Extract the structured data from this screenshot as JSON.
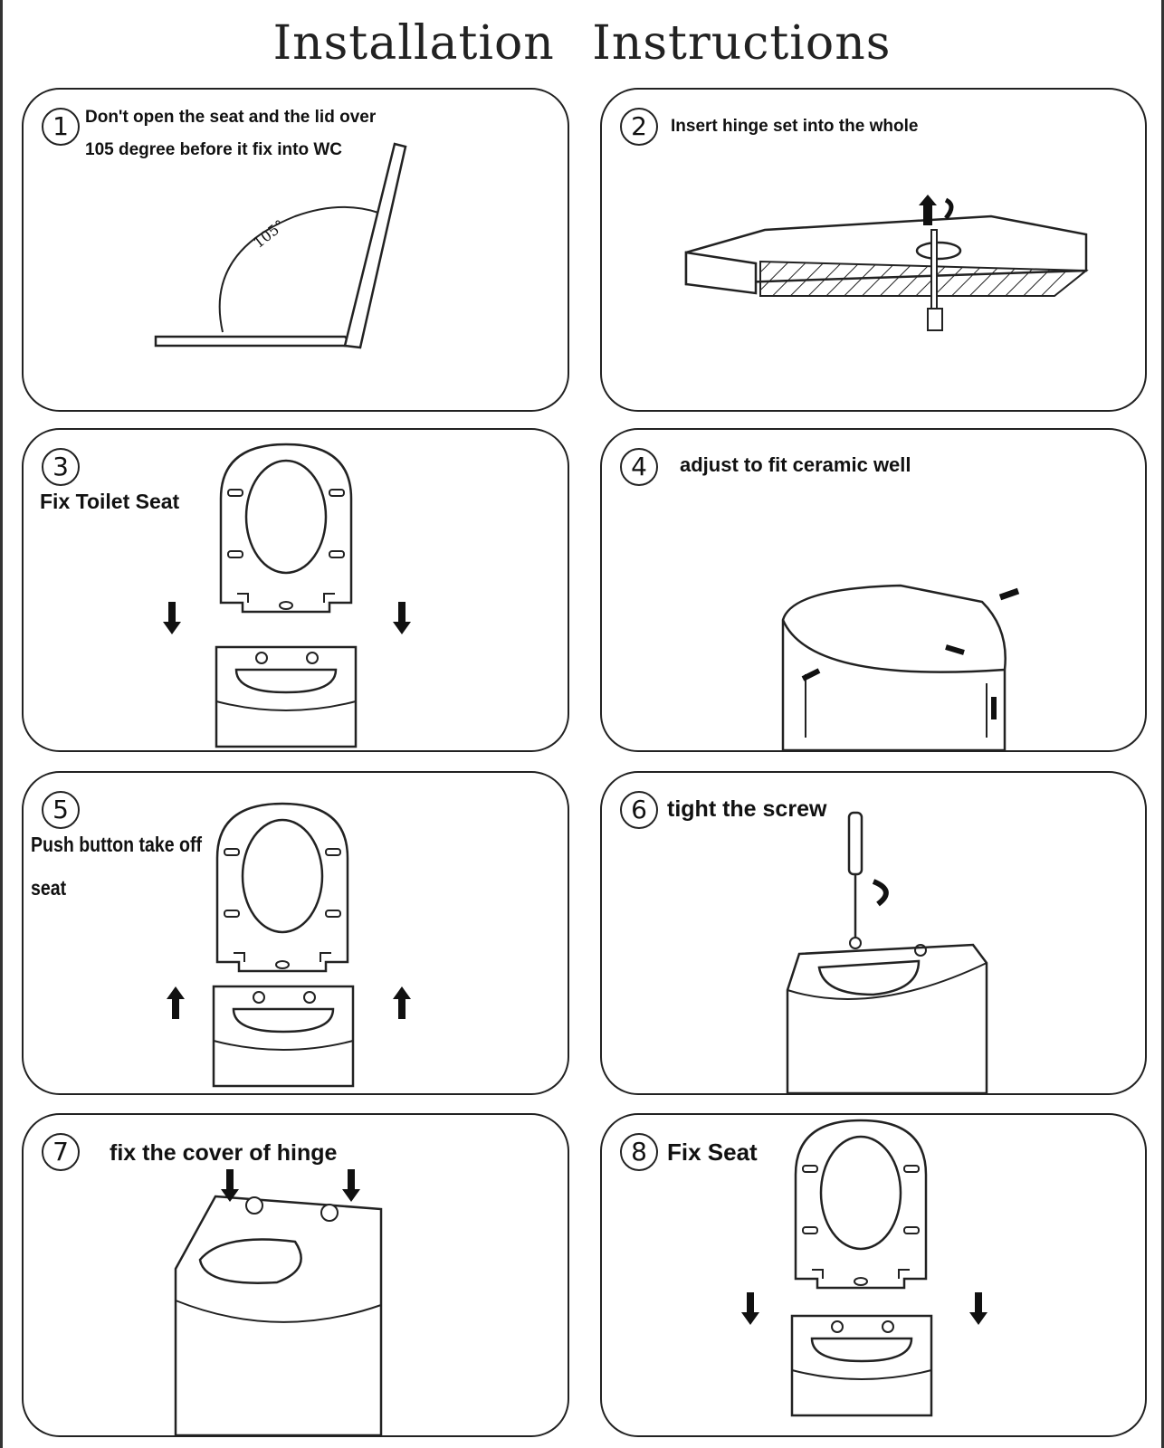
{
  "title": "Installation  Instructions",
  "steps": [
    {
      "number": "1",
      "text": [
        "Don't open the seat and the lid over",
        "105 degree before it fix into WC"
      ],
      "angle_label": "105°"
    },
    {
      "number": "2",
      "text": [
        "Insert hinge set into the whole"
      ]
    },
    {
      "number": "3",
      "text": [
        "Fix Toilet Seat"
      ]
    },
    {
      "number": "4",
      "text": [
        "adjust to fit ceramic well"
      ]
    },
    {
      "number": "5",
      "text": [
        "Push button take off",
        "seat"
      ]
    },
    {
      "number": "6",
      "text": [
        "tight the screw"
      ]
    },
    {
      "number": "7",
      "text": [
        "fix the cover of hinge"
      ]
    },
    {
      "number": "8",
      "text": [
        "Fix Seat"
      ]
    }
  ]
}
